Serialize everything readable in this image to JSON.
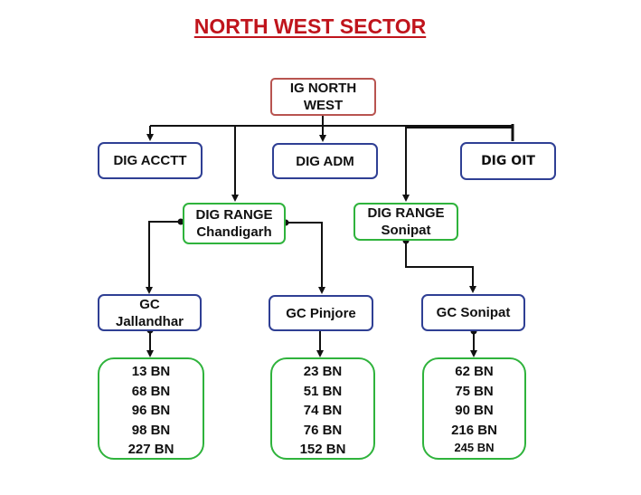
{
  "title": "NORTH WEST SECTOR",
  "colors": {
    "title": "#c0141c",
    "root_border": "#b85450",
    "dig_border": "#2f3f94",
    "range_border": "#2fb33c",
    "connector": "#111111"
  },
  "root": {
    "line1": "IG NORTH",
    "line2": "WEST"
  },
  "digs": {
    "acctt": "DIG ACCTT",
    "adm": "DIG ADM",
    "oit": "DIG OIT"
  },
  "ranges": {
    "chandigarh": {
      "line1": "DIG RANGE",
      "line2": "Chandigarh"
    },
    "sonipat": {
      "line1": "DIG RANGE",
      "line2": "Sonipat"
    }
  },
  "gcs": {
    "jallandhar": {
      "line1": "GC",
      "line2": "Jallandhar"
    },
    "pinjore": "GC Pinjore",
    "sonipat": "GC Sonipat"
  },
  "battalions": {
    "jallandhar": [
      "13 BN",
      "68 BN",
      "96 BN",
      "98 BN",
      "227 BN"
    ],
    "pinjore": [
      "23 BN",
      "51 BN",
      "74 BN",
      "76 BN",
      "152 BN"
    ],
    "sonipat": [
      "62 BN",
      "75 BN",
      "90 BN",
      "216 BN",
      "245 BN"
    ]
  }
}
